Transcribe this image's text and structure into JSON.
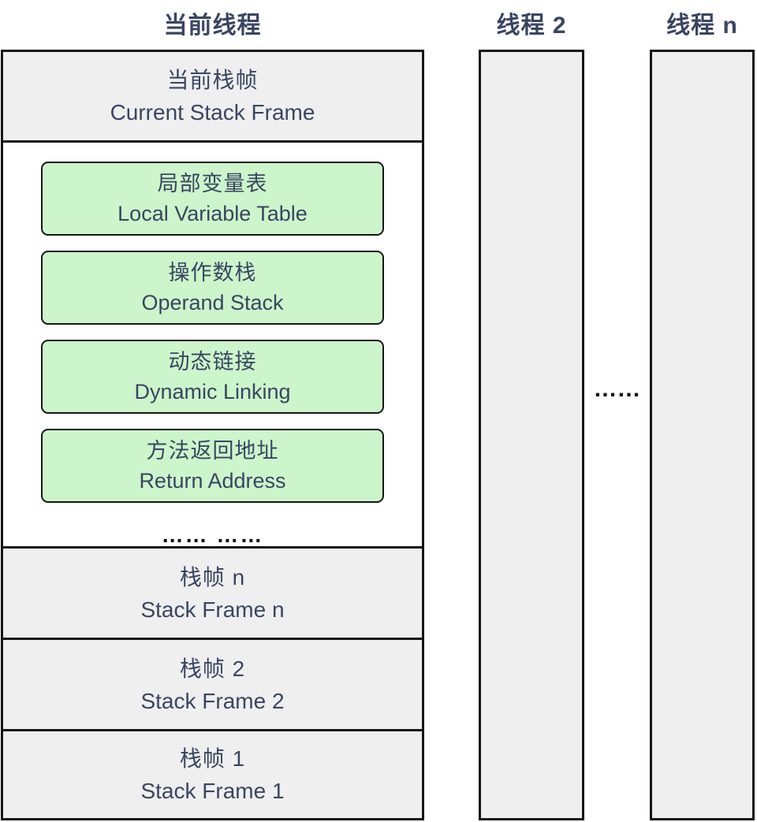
{
  "titles": {
    "current_thread": "当前线程",
    "thread_2": "线程 2",
    "thread_n": "线程 n"
  },
  "current_stack": {
    "header": {
      "zh": "当前栈帧",
      "en": "Current Stack Frame"
    },
    "components": [
      {
        "zh": "局部变量表",
        "en": "Local Variable Table"
      },
      {
        "zh": "操作数栈",
        "en": "Operand Stack"
      },
      {
        "zh": "动态链接",
        "en": "Dynamic Linking"
      },
      {
        "zh": "方法返回地址",
        "en": "Return Address"
      }
    ],
    "ellipsis": "…… ……"
  },
  "stack_frames": [
    {
      "zh": "栈帧 n",
      "en": "Stack Frame n"
    },
    {
      "zh": "栈帧 2",
      "en": "Stack Frame 2"
    },
    {
      "zh": "栈帧 1",
      "en": "Stack Frame 1"
    }
  ],
  "threads_gap_ellipsis": "……",
  "colors": {
    "text": "#3a4561",
    "component_fill": "#ccf5cb",
    "frame_fill": "#efefef",
    "border": "#161616",
    "dots": "#111111"
  }
}
